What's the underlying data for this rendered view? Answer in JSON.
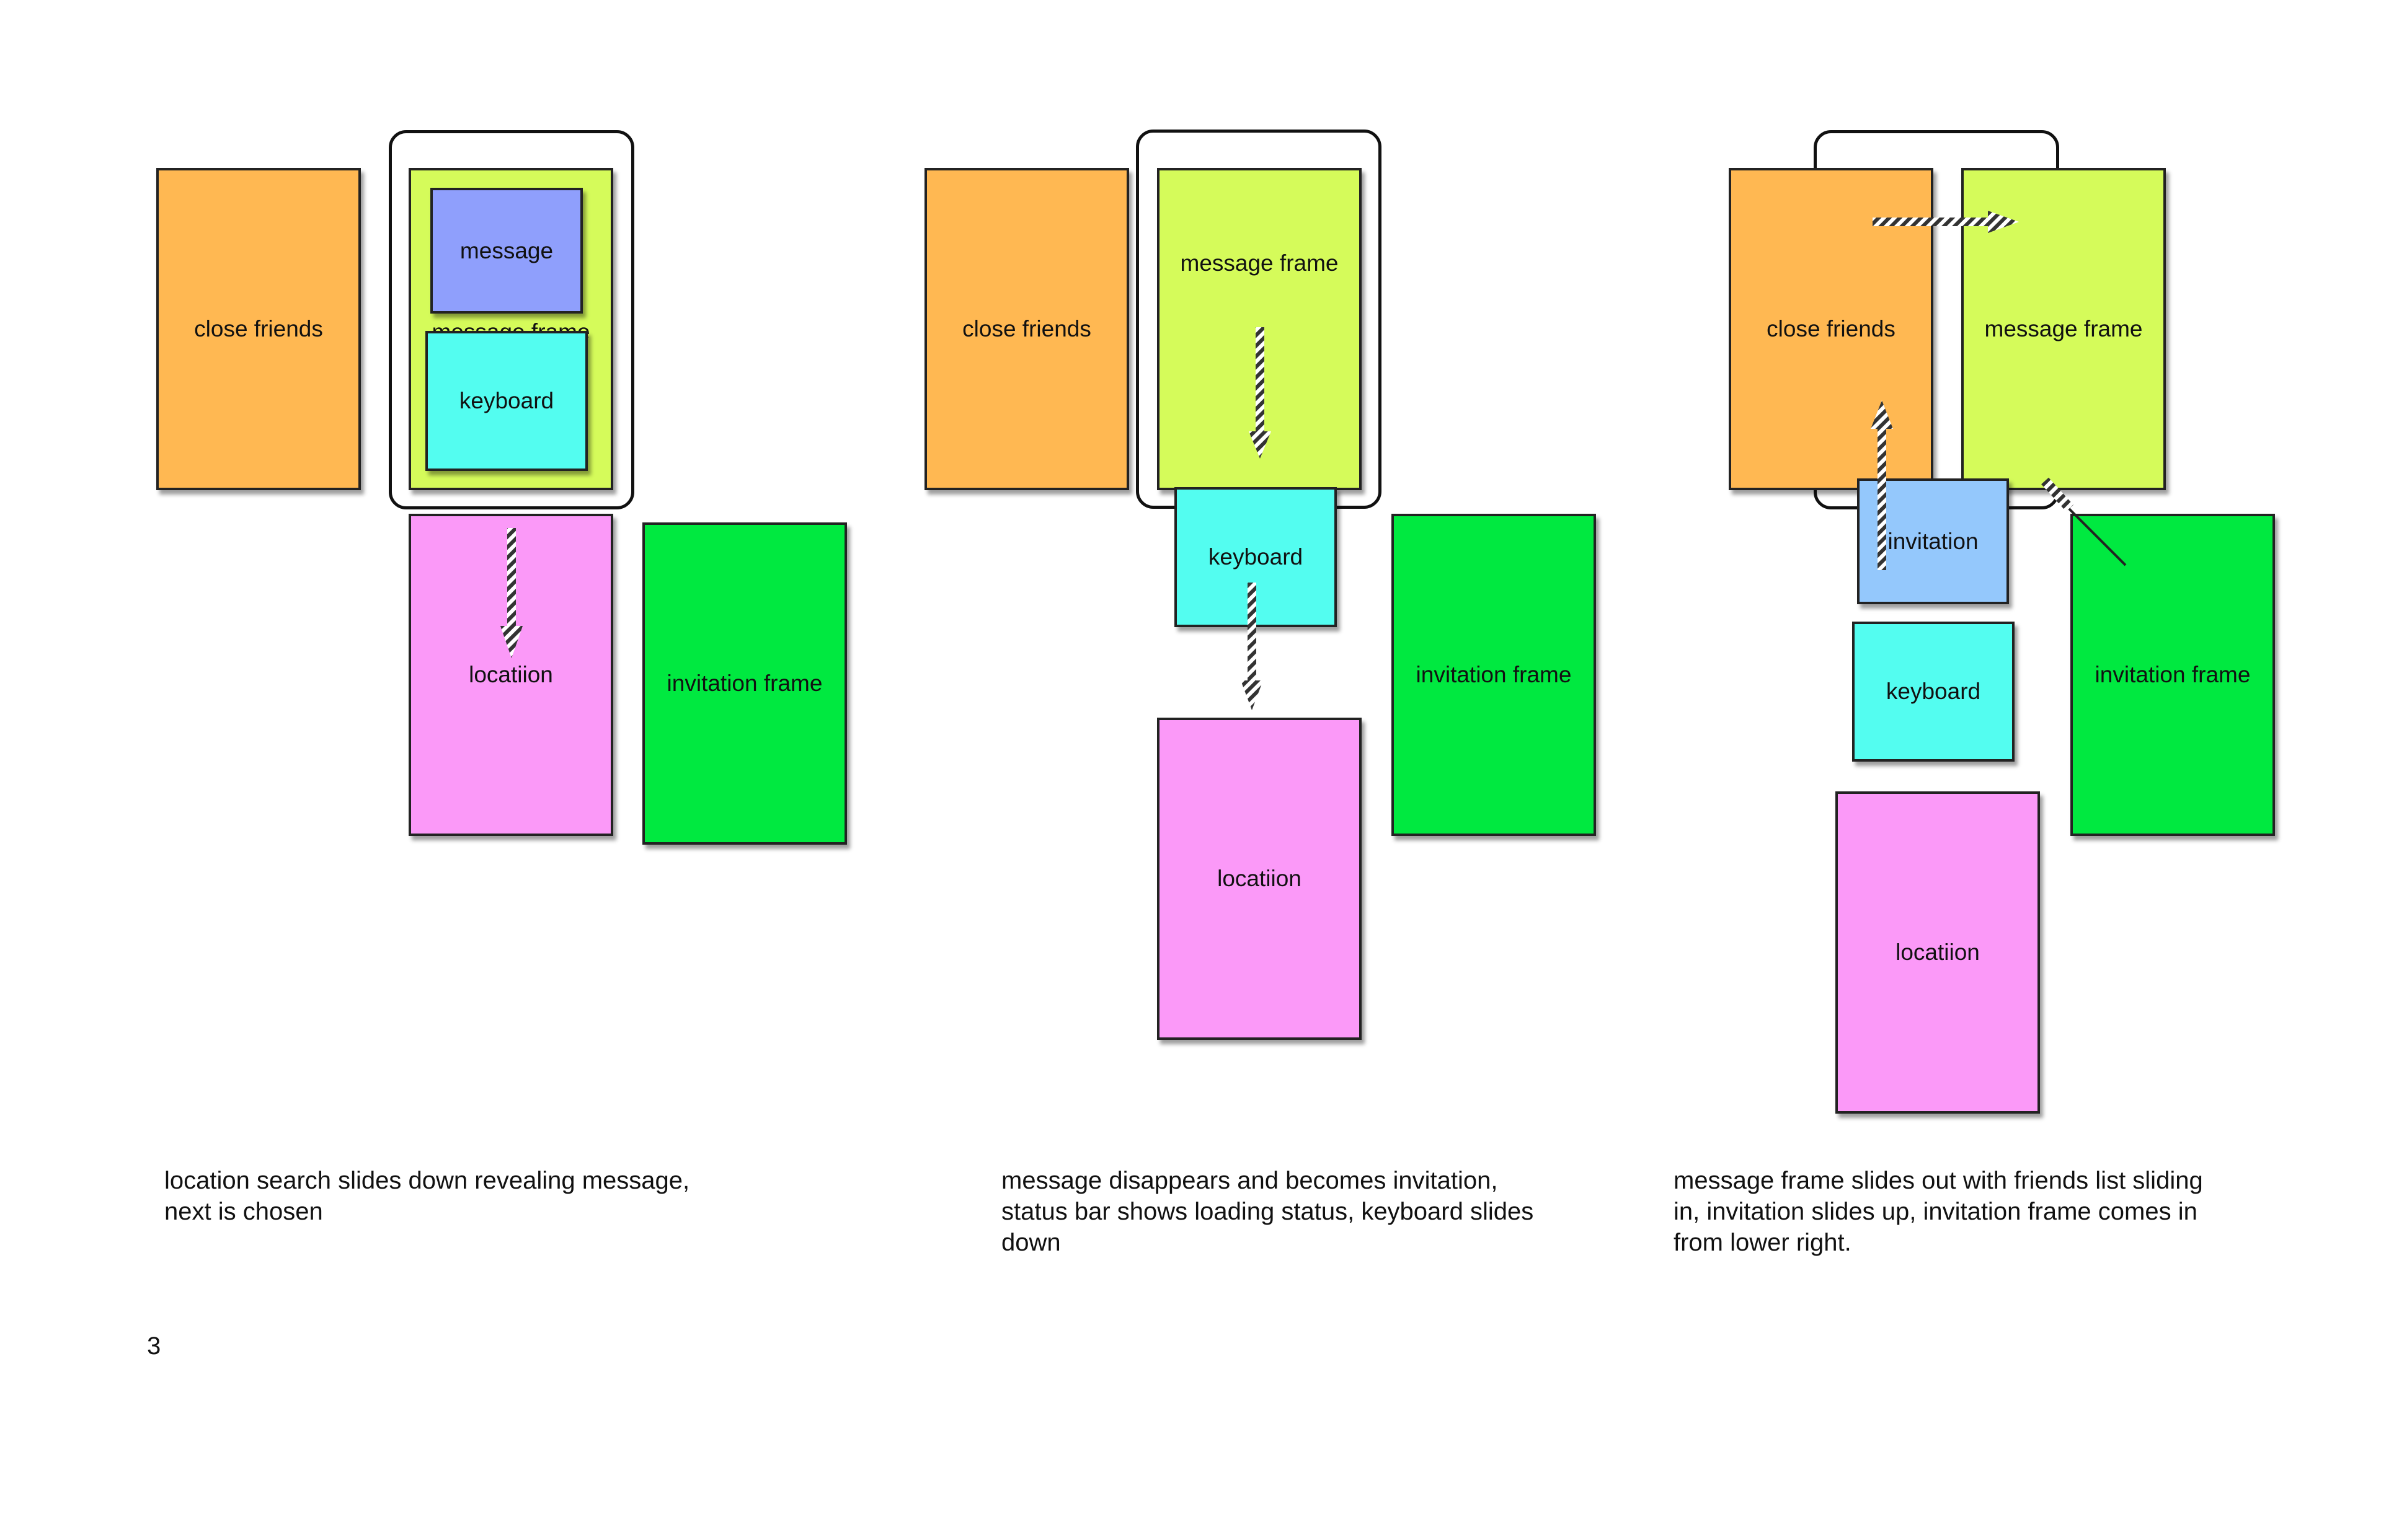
{
  "colors": {
    "close_friends": "#ffb852",
    "message_frame": "#d5fb5a",
    "message": "#8f9ffc",
    "keyboard": "#53fdf0",
    "location": "#fb99f8",
    "invitation_frame": "#00e940",
    "invitation": "#94c8fc"
  },
  "panels": [
    {
      "close_friends": "close friends",
      "message_frame": "message frame",
      "message": "message",
      "keyboard": "keyboard",
      "location": "locatiion",
      "invitation_frame": "invitation frame",
      "caption_line1": "location search slides down revealing message,",
      "caption_line2": "next is chosen"
    },
    {
      "close_friends": "close friends",
      "message_frame": "message frame",
      "keyboard": "keyboard",
      "location": "locatiion",
      "invitation_frame": "invitation frame",
      "caption_line1": "message disappears and becomes invitation,",
      "caption_line2": "status bar shows loading status, keyboard slides",
      "caption_line3": "down"
    },
    {
      "close_friends": "close friends",
      "message_frame": "message frame",
      "invitation": "invitation",
      "keyboard": "keyboard",
      "location": "locatiion",
      "invitation_frame": "invitation frame",
      "caption_line1": "message frame slides out with friends list sliding",
      "caption_line2": "in, invitation slides up, invitation frame comes in",
      "caption_line3": "from lower right."
    }
  ],
  "page_number": "3"
}
